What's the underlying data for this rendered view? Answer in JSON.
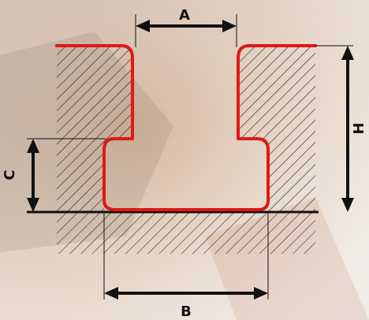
{
  "diagram": {
    "labels": {
      "a": "A",
      "b": "B",
      "c": "C",
      "h": "H"
    },
    "colors": {
      "profile": "#e01818",
      "ink": "#111111",
      "hatch": "#2a2a2a",
      "background": "#e4ddd6"
    }
  }
}
